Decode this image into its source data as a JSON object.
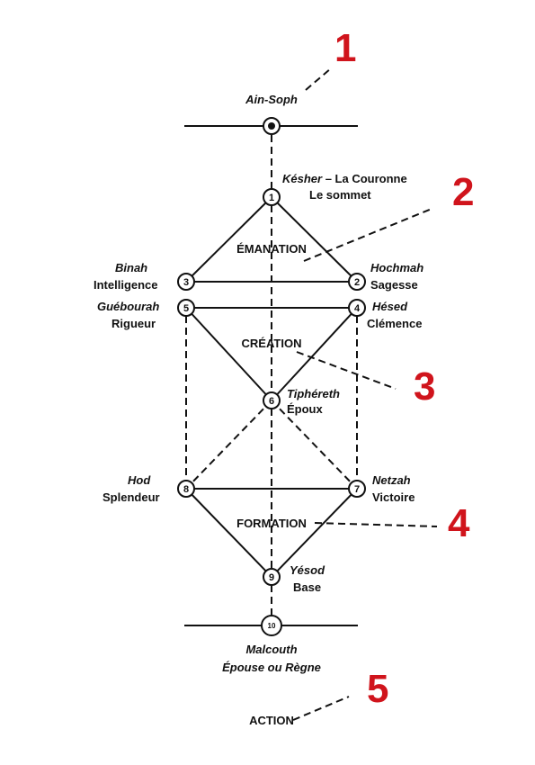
{
  "ain_soph": "Ain-Soph",
  "sefirot": {
    "kether": {
      "num": "1",
      "name": "Késher",
      "sep": " – ",
      "title": "La Couronne",
      "sub": "Le sommet"
    },
    "hochmah": {
      "num": "2",
      "name": "Hochmah",
      "sub": "Sagesse"
    },
    "binah": {
      "num": "3",
      "name": "Binah",
      "sub": "Intelligence"
    },
    "hesed": {
      "num": "4",
      "name": "Hésed",
      "sub": "Clémence"
    },
    "gueburah": {
      "num": "5",
      "name": "Guébourah",
      "sub": "Rigueur"
    },
    "tiphereth": {
      "num": "6",
      "name": "Tiphéreth",
      "sub": "Époux"
    },
    "netzah": {
      "num": "7",
      "name": "Netzah",
      "sub": "Victoire"
    },
    "hod": {
      "num": "8",
      "name": "Hod",
      "sub": "Splendeur"
    },
    "yesod": {
      "num": "9",
      "name": "Yésod",
      "sub": "Base"
    },
    "malcouth": {
      "num": "10",
      "name": "Malcouth",
      "sub": "Épouse ou Règne"
    }
  },
  "worlds": {
    "emanation": "ÉMANATION",
    "creation": "CRÉATION",
    "formation": "FORMATION",
    "action": "ACTION"
  },
  "callouts": [
    "1",
    "2",
    "3",
    "4",
    "5"
  ],
  "colors": {
    "callout": "#d0141c",
    "line": "#111111"
  }
}
